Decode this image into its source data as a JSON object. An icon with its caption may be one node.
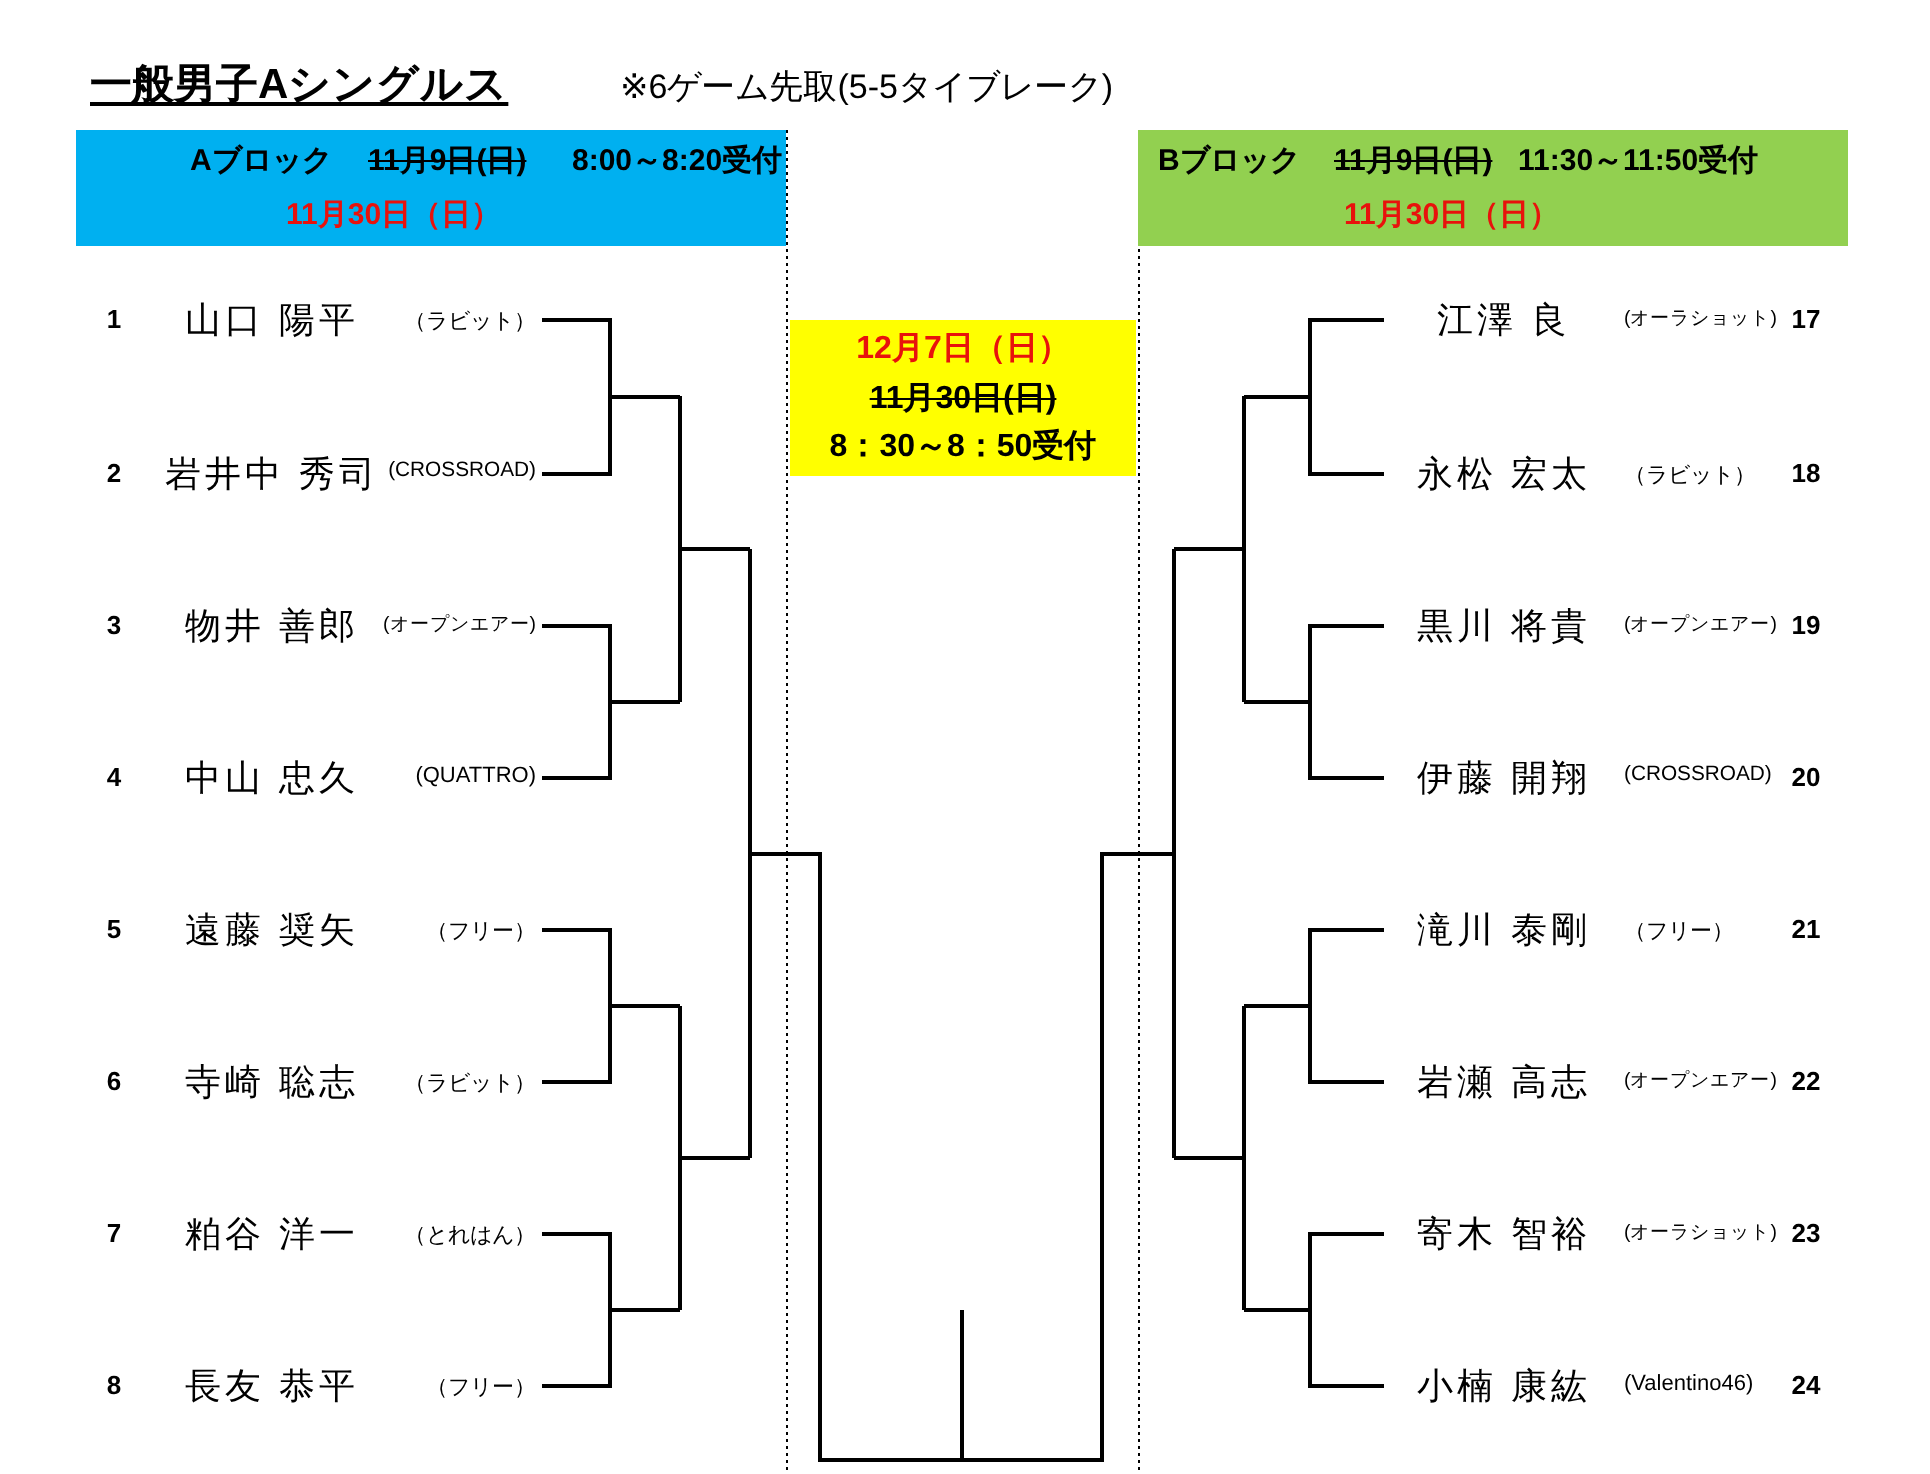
{
  "diagram": {
    "title": "一般男子Aシングルス",
    "nodes": [
      {
        "text": [
          "Aブロック",
          "11月9日(日)",
          "8:00～8:20受付",
          "11月30日（日）"
        ]
      },
      {
        "text": [
          "Bブロック",
          "11月9日(日)",
          "11:30～11:50受付",
          "11月30日（日）"
        ]
      },
      {
        "text": [
          "12月7日（日）",
          "11月30日(日)",
          "8：30～8：50受付"
        ]
      },
      {
        "text": [
          "1",
          "山口 陽平",
          "（ラビット）"
        ]
      },
      {
        "text": [
          "2",
          "岩井中 秀司",
          "(CROSSROAD)"
        ]
      },
      {
        "text": [
          "3",
          "物井 善郎",
          "(オープンエアー)"
        ]
      },
      {
        "text": [
          "4",
          "中山 忠久",
          "(QUATTRO)"
        ]
      },
      {
        "text": [
          "5",
          "遠藤 奨矢",
          "（フリー）"
        ]
      },
      {
        "text": [
          "6",
          "寺崎 聡志",
          "（ラビット）"
        ]
      },
      {
        "text": [
          "7",
          "粕谷 洋一",
          "（とれはん）"
        ]
      },
      {
        "text": [
          "8",
          "長友 恭平",
          "（フリー）"
        ]
      },
      {
        "text": [
          "江澤 良",
          "(オーラショット)",
          "17"
        ]
      },
      {
        "text": [
          "永松 宏太",
          "（ラビット）",
          "18"
        ]
      },
      {
        "text": [
          "黒川 将貴",
          "(オープンエアー)",
          "19"
        ]
      },
      {
        "text": [
          "伊藤 開翔",
          "(CROSSROAD)",
          "20"
        ]
      },
      {
        "text": [
          "滝川 泰剛",
          "（フリー）",
          "21"
        ]
      },
      {
        "text": [
          "岩瀬 高志",
          "(オープンエアー)",
          "22"
        ]
      },
      {
        "text": [
          "寄木 智裕",
          "(オーラショット)",
          "23"
        ]
      },
      {
        "text": [
          "小楠 康紘",
          "(Valentino46)",
          "24"
        ]
      }
    ],
    "labels": [
      "※6ゲーム先取(5-5タイブレーク)"
    ]
  }
}
